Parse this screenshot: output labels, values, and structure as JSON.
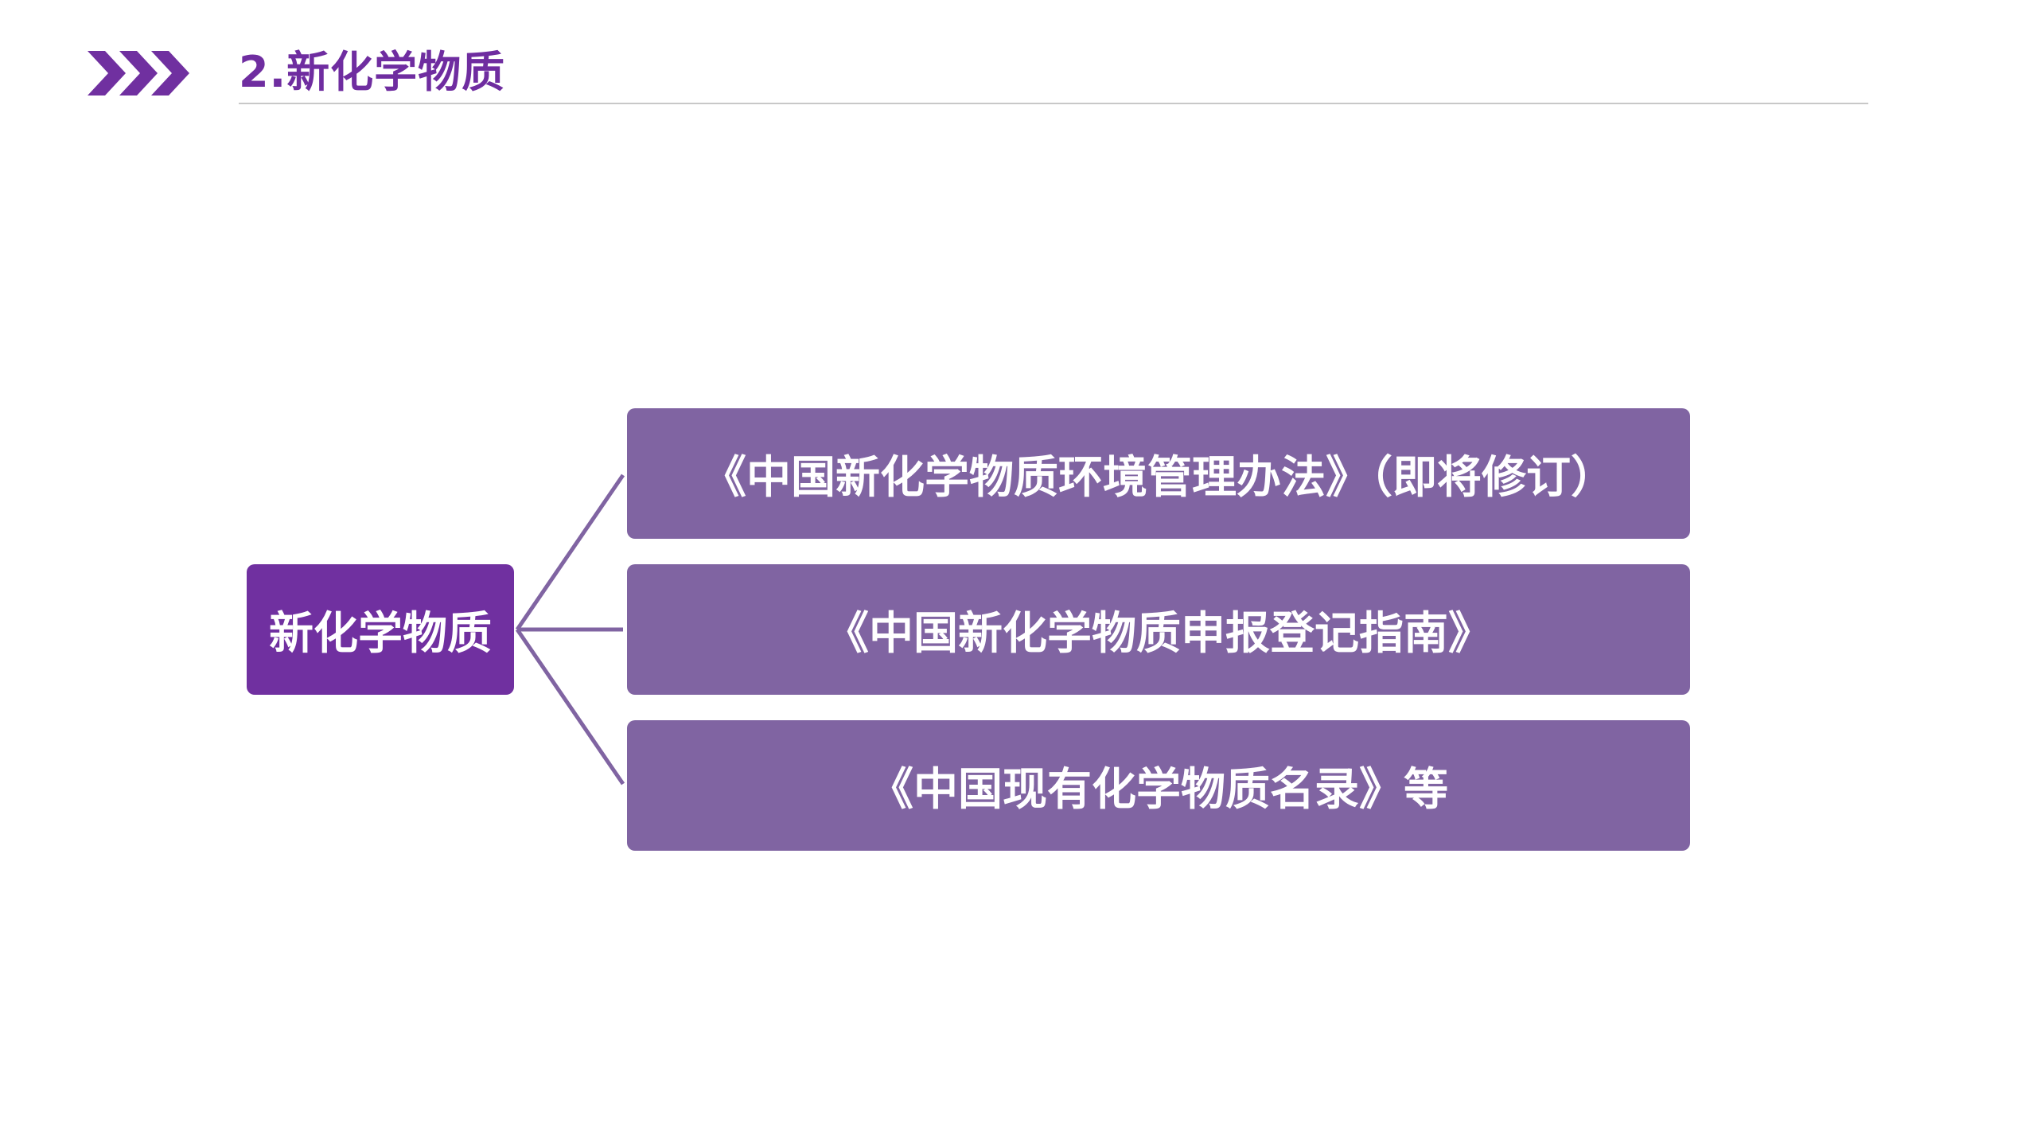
{
  "header": {
    "title": "2.新化学物质",
    "icon": "triple-chevron-icon",
    "accent_color": "#7030a0"
  },
  "diagram": {
    "root": {
      "label": "新化学物质",
      "color": "#7030a0"
    },
    "children": [
      {
        "label": "《中国新化学物质环境管理办法》（即将修订）",
        "color": "#8064a2"
      },
      {
        "label": "《中国新化学物质申报登记指南》",
        "color": "#8064a2"
      },
      {
        "label": "《中国现有化学物质名录》等",
        "color": "#8064a2"
      }
    ],
    "connector_color": "#8064a2"
  }
}
